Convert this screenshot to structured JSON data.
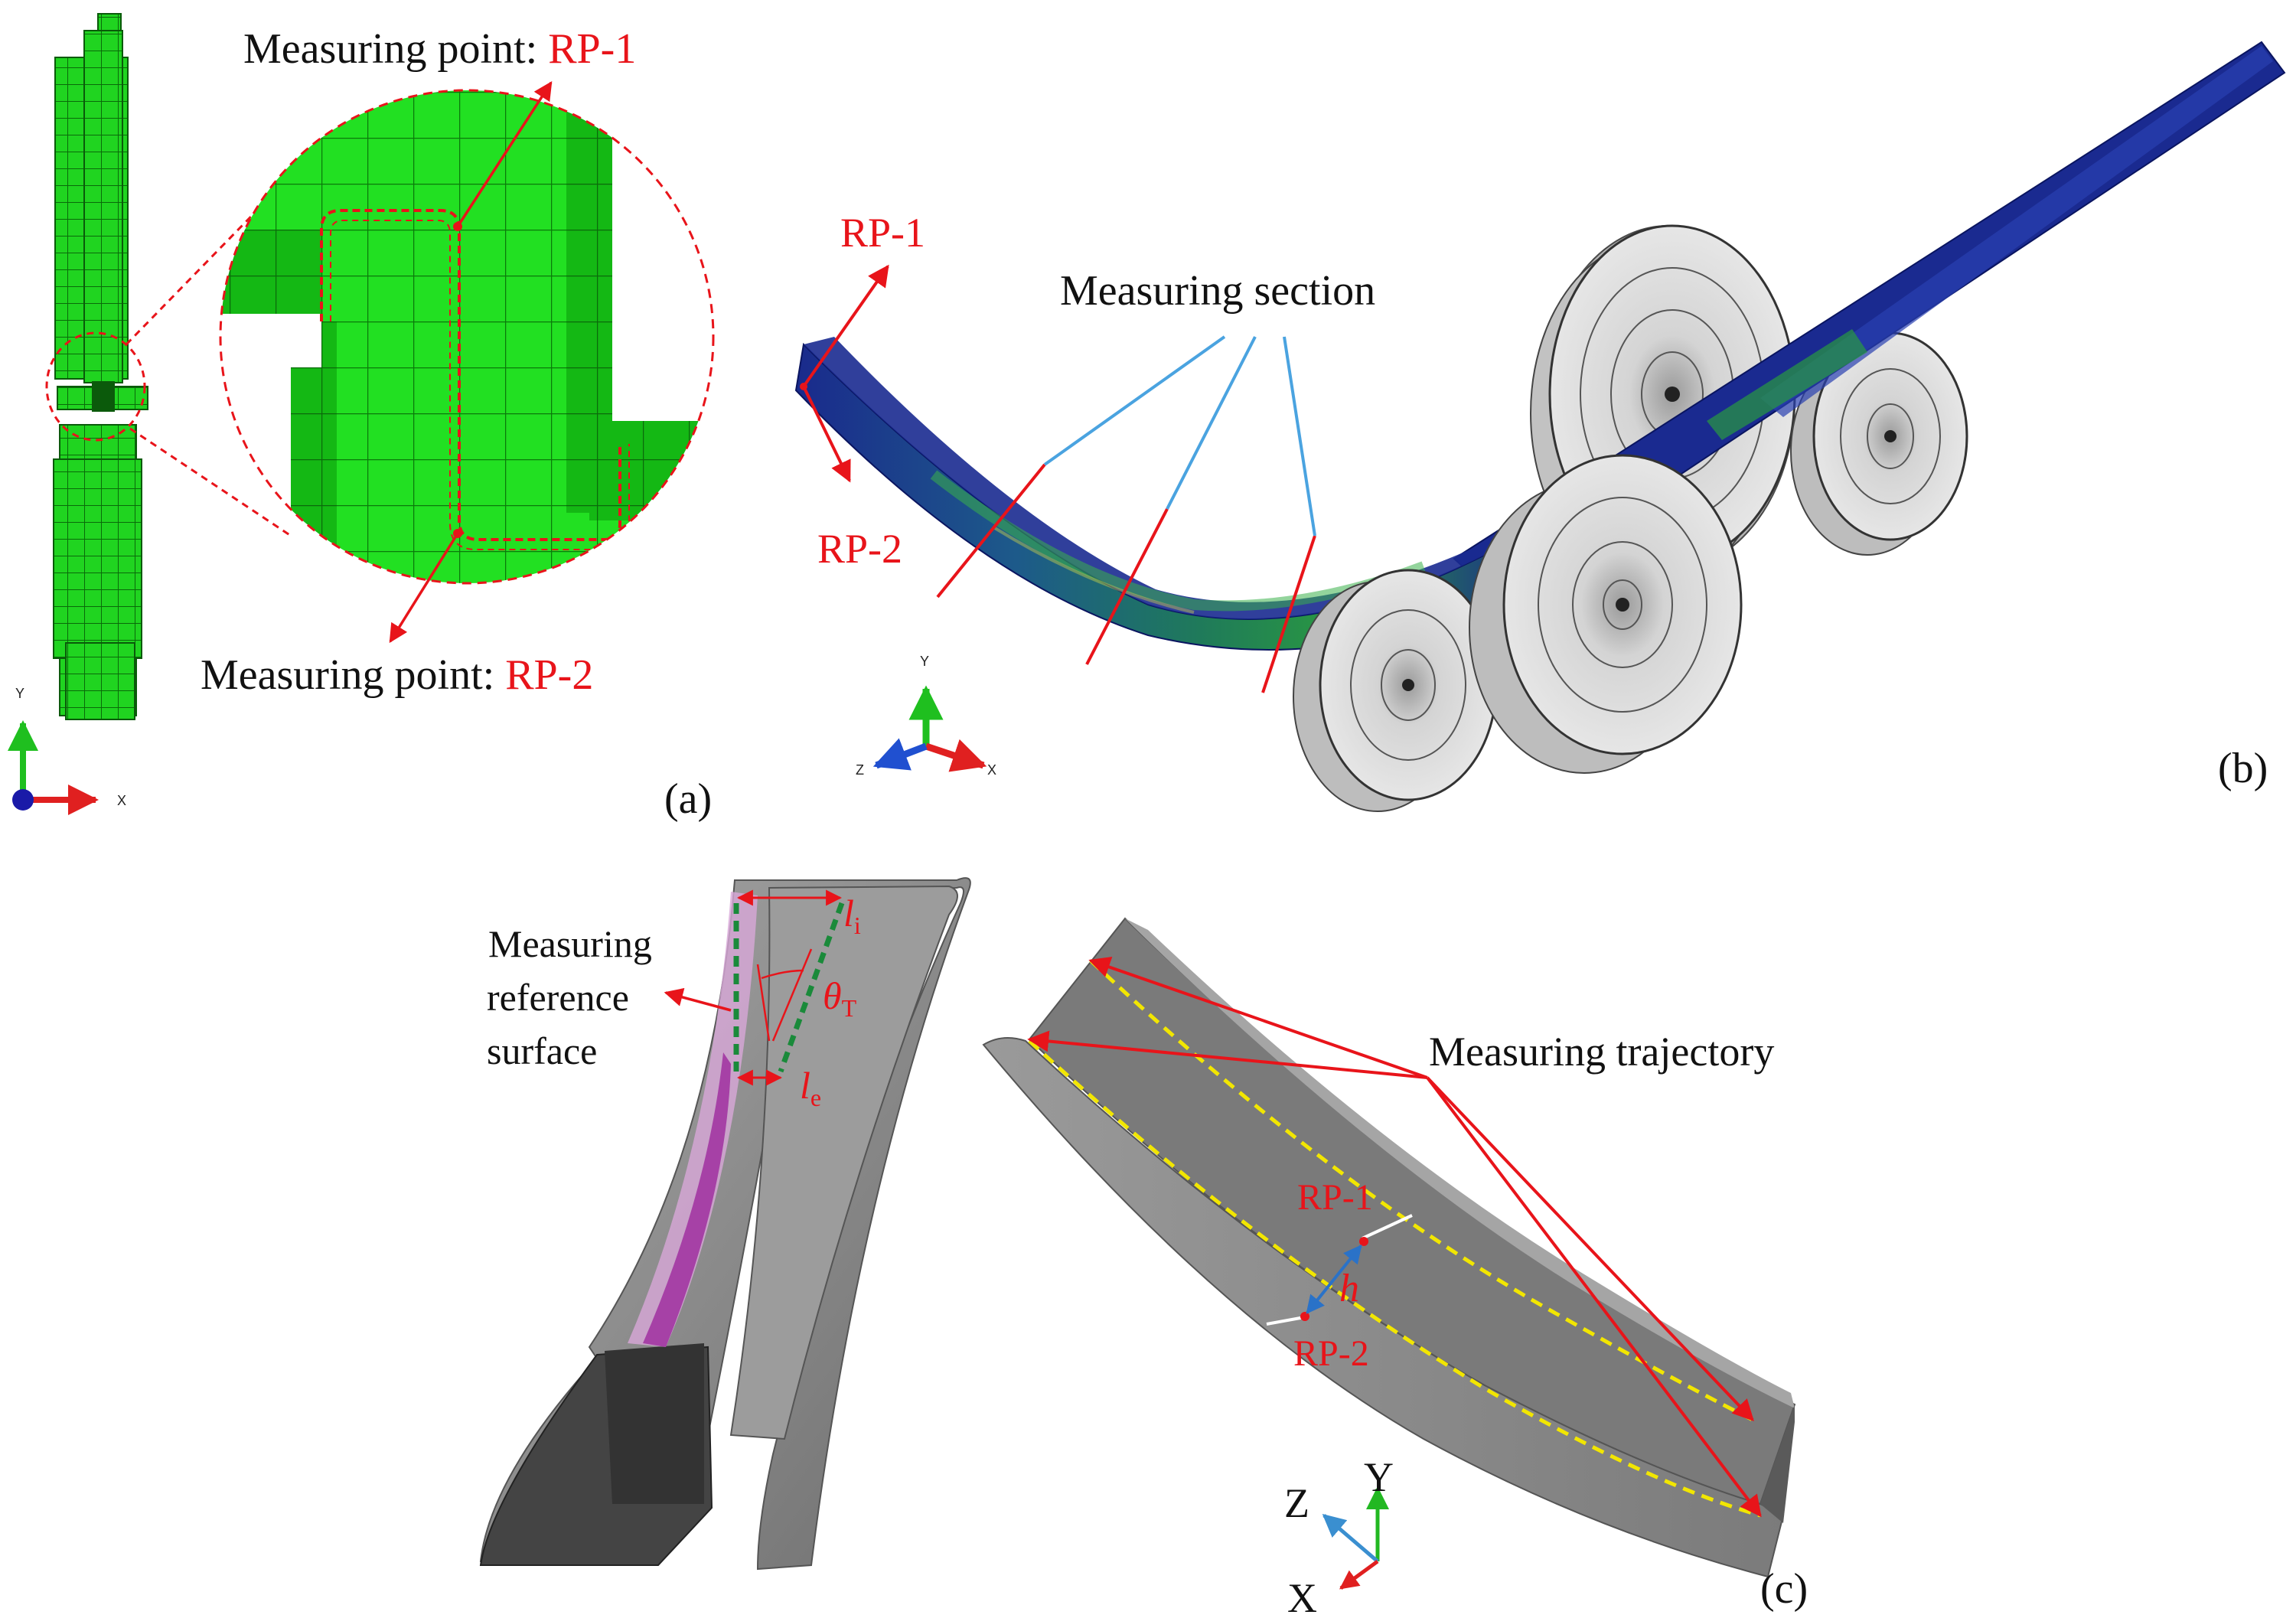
{
  "panel_a": {
    "label": "(a)",
    "point1_prefix": "Measuring point: ",
    "point1_id": "RP-1",
    "point2_prefix": "Measuring point: ",
    "point2_id": "RP-2",
    "axis_y": "Y",
    "axis_x": "X"
  },
  "panel_b": {
    "label": "(b)",
    "rp1": "RP-1",
    "rp2": "RP-2",
    "section_label": "Measuring section",
    "axis_y": "Y",
    "axis_z": "Z",
    "axis_x": "X"
  },
  "panel_c": {
    "label": "(c)",
    "ref_surface_line1": "Measuring",
    "ref_surface_line2": "reference",
    "ref_surface_line3": "surface",
    "l_i": "l",
    "l_i_sub": "i",
    "l_e": "l",
    "l_e_sub": "e",
    "theta": "θ",
    "theta_sub": "T",
    "trajectory_label": "Measuring trajectory",
    "rp1": "RP-1",
    "rp2": "RP-2",
    "h": "h",
    "axis_z": "Z",
    "axis_y": "Y",
    "axis_x": "X"
  },
  "colors": {
    "annotation_red": "#e8141a",
    "mesh_green": "#1fd41f",
    "section_blue": "#4aa3e0",
    "trajectory_yellow": "#f2e600",
    "roller_grey": "#cfcfcf",
    "part_grey": "#8a8a8a",
    "profile_blue": "#1a2e8a"
  }
}
